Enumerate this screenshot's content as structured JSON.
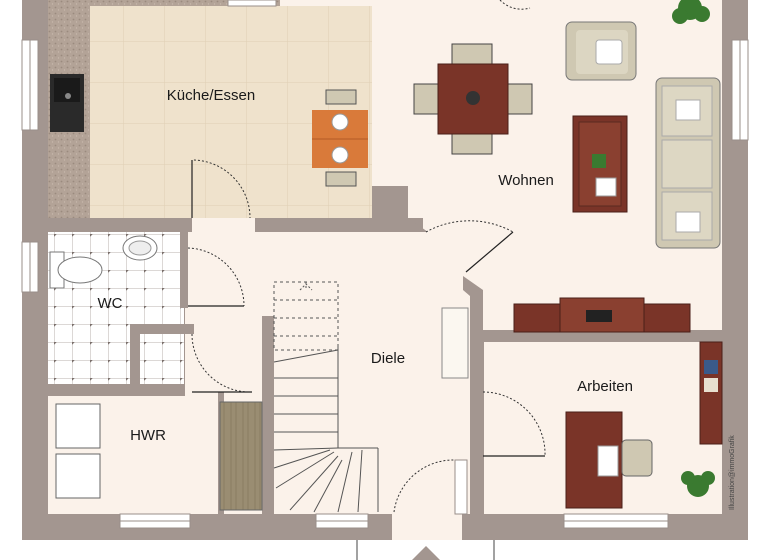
{
  "rooms": {
    "kitchen": "Küche/Essen",
    "living": "Wohnen",
    "wc": "WC",
    "hall": "Diele",
    "study": "Arbeiten",
    "utility": "HWR"
  },
  "credit": "Illustration@immoGrafik",
  "colors": {
    "wall": "#a39690",
    "floor": "#fbf2ea",
    "kitchen_tile": "#efe2cc",
    "wood": "#7a3428",
    "sofa": "#cfc8b2",
    "plant": "#3a7a30"
  }
}
